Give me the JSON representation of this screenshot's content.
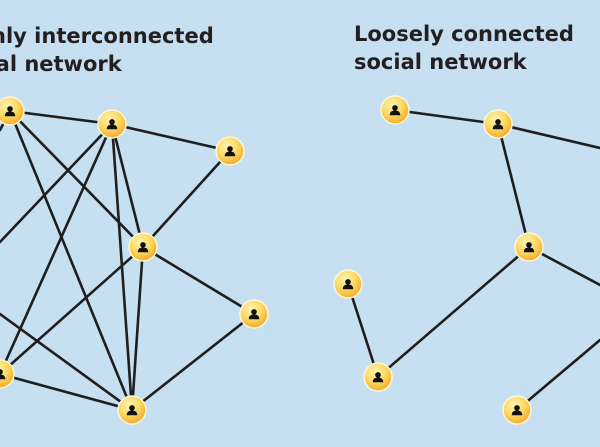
{
  "diagram": {
    "left": {
      "title_line_1": "ghly interconnected",
      "title_line_2": "cial network"
    },
    "right": {
      "title_line_1": "Loosely connected",
      "title_line_2": "social network"
    },
    "node_icon": "person-icon",
    "colors": {
      "background": "#c6dff1",
      "edge": "#1e1e1e",
      "node_fill": "#fcd860",
      "node_rim": "#fff6d8",
      "person": "#111111"
    }
  }
}
